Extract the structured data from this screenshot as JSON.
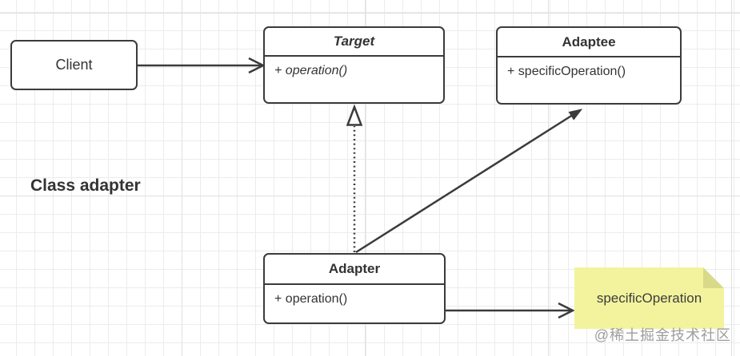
{
  "diagram": {
    "title_label": "Class adapter",
    "watermark": "@稀土掘金技术社区",
    "classes": [
      {
        "name": "Client",
        "abstract": false,
        "members": []
      },
      {
        "name": "Target",
        "abstract": true,
        "members": [
          "+ operation()"
        ]
      },
      {
        "name": "Adaptee",
        "abstract": false,
        "members": [
          "+ specificOperation()"
        ]
      },
      {
        "name": "Adapter",
        "abstract": false,
        "members": [
          "+ operation()"
        ]
      }
    ],
    "note": {
      "text": "specificOperation"
    },
    "relationships": [
      {
        "from": "Client",
        "to": "Target",
        "type": "association",
        "style": "solid-open-arrow"
      },
      {
        "from": "Adapter",
        "to": "Target",
        "type": "realization",
        "style": "dotted-hollow-triangle"
      },
      {
        "from": "Adapter",
        "to": "Adaptee",
        "type": "generalization",
        "style": "solid-filled-arrow"
      },
      {
        "from": "Adapter",
        "to": "note",
        "type": "link",
        "style": "solid-open-arrow"
      }
    ],
    "colors": {
      "stroke": "#3b3b3b",
      "text": "#333333",
      "box_fill": "#ffffff",
      "note_fill": "#f3f39e",
      "note_fold": "#d9d98a",
      "note_text": "#3d3d3d",
      "grid_minor": "#ececec",
      "grid_major": "#e0e0e0",
      "watermark": "#9e9e9e"
    }
  }
}
